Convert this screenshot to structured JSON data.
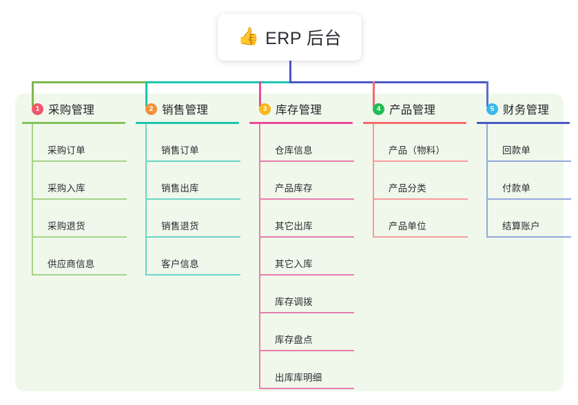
{
  "root": {
    "icon": "thumbs-up-icon",
    "icon_glyph": "👍",
    "title": "ERP 后台"
  },
  "panel": {
    "background": "#EFF8EA"
  },
  "connector": {
    "trunk_color": "#4A55C4",
    "segments": [
      {
        "name": "green-segment",
        "color": "#7CB84F"
      },
      {
        "name": "teal-segment",
        "color": "#19C4AE"
      },
      {
        "name": "blue-segment",
        "color": "#4A55C4"
      }
    ],
    "drops": [
      {
        "name": "drop-1",
        "color": "#7CB84F"
      },
      {
        "name": "drop-2",
        "color": "#19C4AE"
      },
      {
        "name": "drop-3",
        "color": "#EC4899"
      },
      {
        "name": "drop-4",
        "color": "#F4686B"
      },
      {
        "name": "drop-5",
        "color": "#5B6BD6"
      }
    ]
  },
  "columns": [
    {
      "index": "1",
      "badge_color": "#F2566A",
      "line_color": "#83C25A",
      "leaf_line_color": "#A7D289",
      "title": "采购管理",
      "items": [
        {
          "label": "采购订单"
        },
        {
          "label": "采购入库"
        },
        {
          "label": "采购退货"
        },
        {
          "label": "供应商信息"
        }
      ]
    },
    {
      "index": "2",
      "badge_color": "#F2913B",
      "line_color": "#19C4AE",
      "leaf_line_color": "#6CD4C6",
      "title": "销售管理",
      "items": [
        {
          "label": "销售订单"
        },
        {
          "label": "销售出库"
        },
        {
          "label": "销售退货"
        },
        {
          "label": "客户信息"
        }
      ]
    },
    {
      "index": "3",
      "badge_color": "#FAB819",
      "line_color": "#EC4899",
      "leaf_line_color": "#E87BB0",
      "title": "库存管理",
      "items": [
        {
          "label": "仓库信息"
        },
        {
          "label": "产品库存"
        },
        {
          "label": "其它出库"
        },
        {
          "label": "其它入库"
        },
        {
          "label": "库存调拨"
        },
        {
          "label": "库存盘点"
        },
        {
          "label": "出库库明细"
        }
      ]
    },
    {
      "index": "4",
      "badge_color": "#22BB55",
      "line_color": "#F4686B",
      "leaf_line_color": "#F79A9C",
      "title": "产品管理",
      "items": [
        {
          "label": "产品（物料）"
        },
        {
          "label": "产品分类"
        },
        {
          "label": "产品单位"
        }
      ]
    },
    {
      "index": "5",
      "badge_color": "#3BB8E8",
      "line_color": "#4A55C4",
      "leaf_line_color": "#93A7DE",
      "title": "财务管理",
      "items": [
        {
          "label": "回款单"
        },
        {
          "label": "付款单"
        },
        {
          "label": "结算账户"
        }
      ]
    }
  ]
}
